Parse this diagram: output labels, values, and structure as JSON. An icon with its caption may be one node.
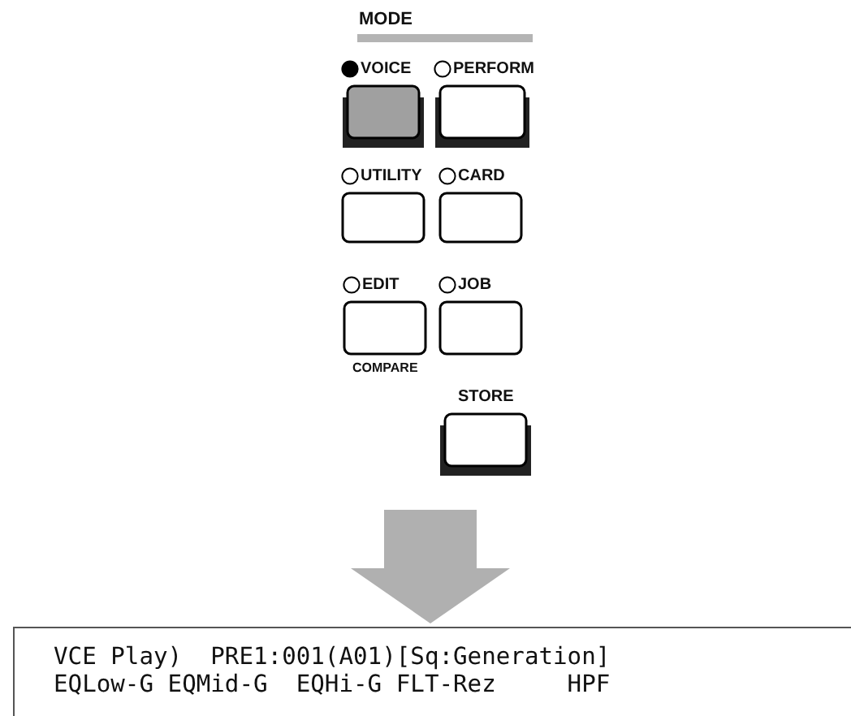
{
  "diagram": {
    "nodes": [
      {
        "text": [
          "VOICE"
        ]
      },
      {
        "text": [
          "PERFORM"
        ]
      },
      {
        "text": [
          "UTILITY"
        ]
      },
      {
        "text": [
          "CARD"
        ]
      },
      {
        "text": [
          "EDIT"
        ],
        "beside": [
          "COMPARE"
        ]
      },
      {
        "text": [
          "JOB"
        ]
      },
      {
        "text": [
          "STORE"
        ]
      },
      {
        "text": [
          "VCE Play)  PRE1:001(A01)[Sq:Generation]",
          "EQLow-G EQMid-G  EQHi-G FLT-Rez     HPF"
        ]
      }
    ],
    "edges": [
      {
        "from": null,
        "to": 7,
        "arrow": "to"
      }
    ],
    "labels": [
      "MODE"
    ]
  }
}
